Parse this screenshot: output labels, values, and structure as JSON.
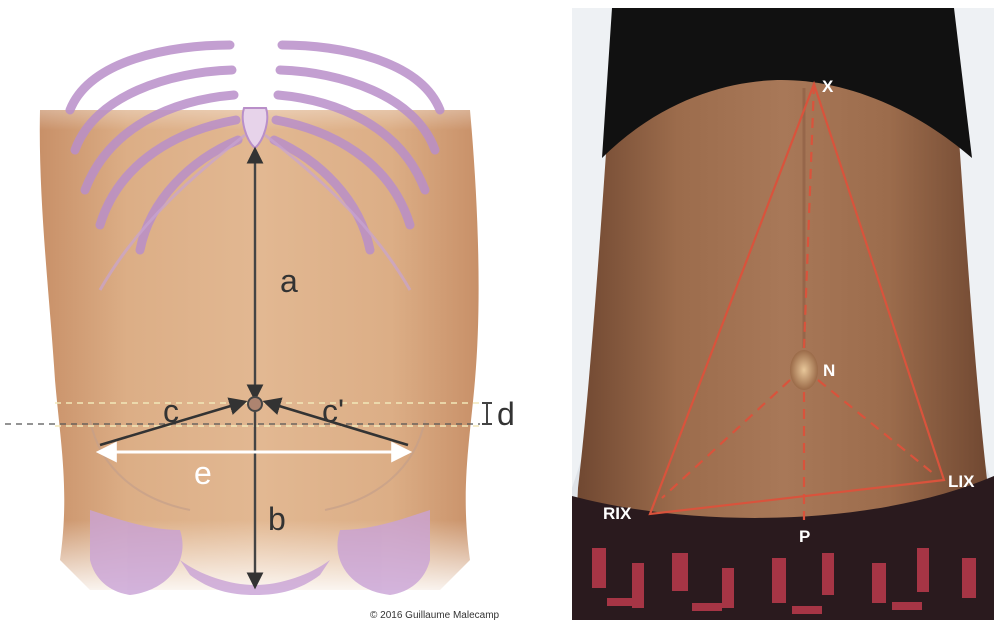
{
  "left_figure": {
    "labels": {
      "a": "a",
      "b": "b",
      "c": "c",
      "c_prime": "c'",
      "d": "d",
      "e": "e"
    },
    "credit": "© 2016 Guillaume Malecamp"
  },
  "right_figure": {
    "labels": {
      "x": "X",
      "n": "N",
      "rix": "RIX",
      "lix": "LIX",
      "p": "P"
    }
  },
  "colors": {
    "skin": "#d9a77e",
    "bone": "#b98fc9",
    "marker": "#d9533c",
    "label_dark": "#333333",
    "label_light": "#ffffff",
    "top": "#111111",
    "pants": "#2a1a1e"
  }
}
